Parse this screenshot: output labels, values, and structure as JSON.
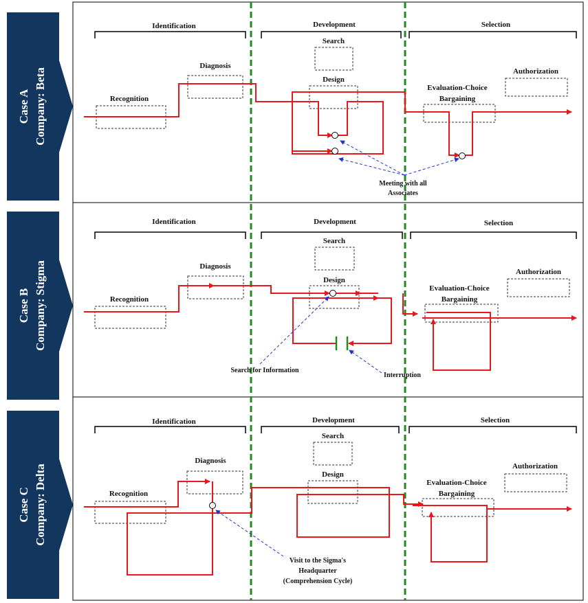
{
  "phases": {
    "identification": "Identification",
    "development": "Development",
    "selection": "Selection"
  },
  "routines": {
    "recognition": "Recognition",
    "diagnosis": "Diagnosis",
    "search": "Search",
    "design": "Design",
    "evaluation_line1": "Evaluation-Choice",
    "evaluation_line2": "Bargaining",
    "authorization": "Authorization"
  },
  "cases": [
    {
      "case_label": "Case A",
      "company_label": "Company: Beta",
      "annotations": [
        "Meeting with all",
        "Associates"
      ]
    },
    {
      "case_label": "Case B",
      "company_label": "Company: Stigma",
      "annotations": [
        "Search for Information",
        "Interruption"
      ]
    },
    {
      "case_label": "Case C",
      "company_label": "Company: Delta",
      "annotations": [
        "Visit to the Sigma's",
        "Headquarter",
        "(Comprehension Cycle)"
      ]
    }
  ],
  "colors": {
    "case_banner": "#12365e",
    "flow_line": "#e8171b",
    "phase_divider": "#1f8a1f",
    "annotation_arrow": "#2233cc"
  }
}
